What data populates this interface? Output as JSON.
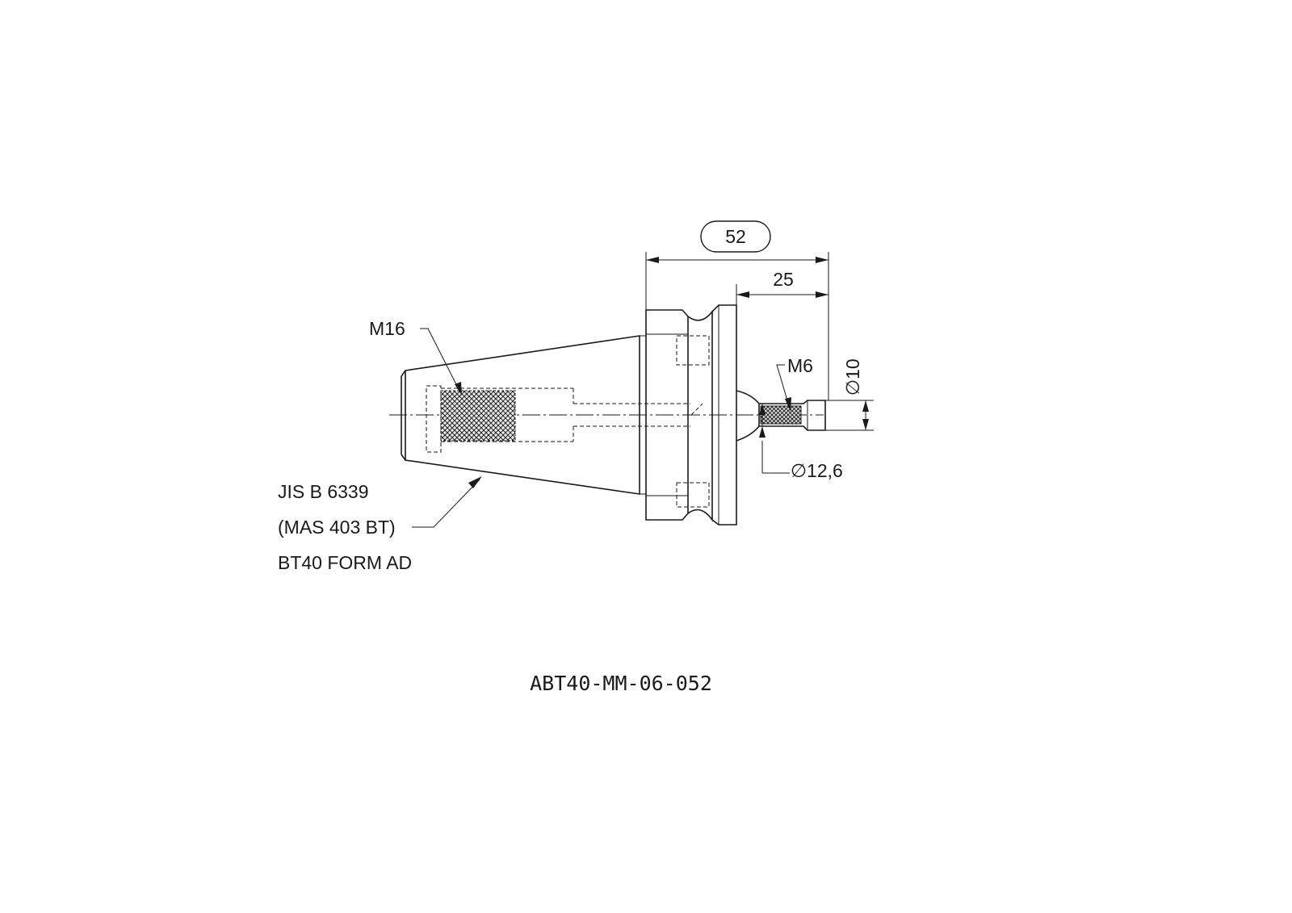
{
  "dimensions": {
    "overall_length": "52",
    "front_length": "25",
    "diameter_pin": "∅10",
    "diameter_neck": "∅12,6"
  },
  "threads": {
    "rear": "M16",
    "front": "M6"
  },
  "standard_note": {
    "line1": "JIS B 6339",
    "line2": "(MAS 403 BT)",
    "line3": "BT40 FORM AD"
  },
  "part_number": "ABT40-MM-06-052"
}
